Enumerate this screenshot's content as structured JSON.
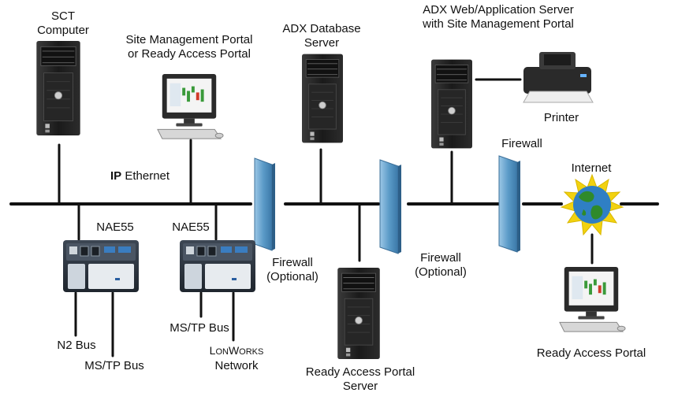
{
  "labels": {
    "sct_line1": "SCT",
    "sct_line2": "Computer",
    "smp_line1": "Site Management Portal",
    "smp_line2": "or Ready Access Portal",
    "adxdb_line1": "ADX Database",
    "adxdb_line2": "Server",
    "adxweb_line1": "ADX Web/Application Server",
    "adxweb_line2": "with Site Management Portal",
    "printer": "Printer",
    "firewall_top": "Firewall",
    "internet": "Internet",
    "ip_bold": "IP",
    "ip_rest": " Ethernet",
    "nae1": "NAE55",
    "nae2": "NAE55",
    "fw1_line1": "Firewall",
    "fw1_line2": "(Optional)",
    "fw2_line1": "Firewall",
    "fw2_line2": "(Optional)",
    "n2bus": "N2 Bus",
    "mstp1": "MS/TP Bus",
    "mstp2": "MS/TP Bus",
    "lon_L": "L",
    "lon_ON": "ON",
    "lon_W": "W",
    "lon_ORKS": "ORKS",
    "lon_line2": "Network",
    "rap_server_line1": "Ready Access Portal",
    "rap_server_line2": "Server",
    "rap_right": "Ready Access Portal"
  },
  "colors": {
    "line": "#111111",
    "firewall": "#5b9bc8",
    "sun": "#f2d20f",
    "globe_water": "#2f7fc4",
    "globe_land": "#2f8a2a",
    "tower": "#202020",
    "nae_body": "#2b3440"
  },
  "icons": [
    "desktop-tower-icon",
    "monitor-icon",
    "printer-icon",
    "firewall-icon",
    "internet-globe-icon",
    "nae55-controller-icon"
  ]
}
